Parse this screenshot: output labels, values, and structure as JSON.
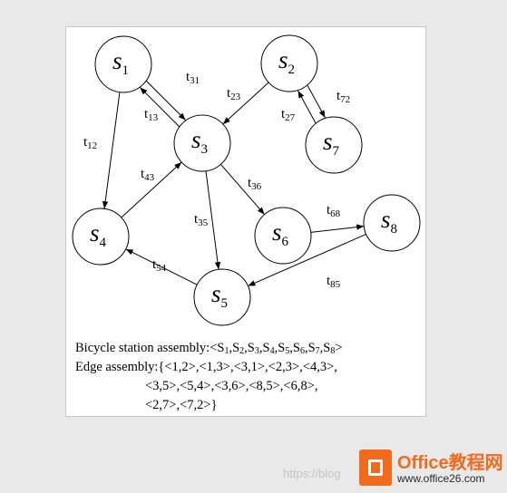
{
  "nodes": [
    {
      "id": "s1",
      "letter": "s",
      "sub": "1"
    },
    {
      "id": "s2",
      "letter": "s",
      "sub": "2"
    },
    {
      "id": "s3",
      "letter": "s",
      "sub": "3"
    },
    {
      "id": "s4",
      "letter": "s",
      "sub": "4"
    },
    {
      "id": "s5",
      "letter": "s",
      "sub": "5"
    },
    {
      "id": "s6",
      "letter": "s",
      "sub": "6"
    },
    {
      "id": "s7",
      "letter": "s",
      "sub": "7"
    },
    {
      "id": "s8",
      "letter": "s",
      "sub": "8"
    }
  ],
  "edges": [
    {
      "from": "s1",
      "to": "s3",
      "label": "t",
      "sub": "13"
    },
    {
      "from": "s3",
      "to": "s1",
      "label": "t",
      "sub": "31"
    },
    {
      "from": "s1",
      "to": "s4",
      "label": "t",
      "sub": "12"
    },
    {
      "from": "s2",
      "to": "s3",
      "label": "t",
      "sub": "23"
    },
    {
      "from": "s2",
      "to": "s7",
      "label": "t",
      "sub": "27"
    },
    {
      "from": "s7",
      "to": "s2",
      "label": "t",
      "sub": "72"
    },
    {
      "from": "s4",
      "to": "s3",
      "label": "t",
      "sub": "43"
    },
    {
      "from": "s3",
      "to": "s6",
      "label": "t",
      "sub": "36"
    },
    {
      "from": "s3",
      "to": "s5",
      "label": "t",
      "sub": "35"
    },
    {
      "from": "s6",
      "to": "s8",
      "label": "t",
      "sub": "68"
    },
    {
      "from": "s5",
      "to": "s4",
      "label": "t",
      "sub": "54"
    },
    {
      "from": "s8",
      "to": "s5",
      "label": "t",
      "sub": "85"
    }
  ],
  "caption": {
    "station_prefix": "Bicycle station assembly:<",
    "station_items": [
      {
        "letter": "S",
        "sub": "1"
      },
      {
        "letter": "S",
        "sub": "2"
      },
      {
        "letter": "S",
        "sub": "3"
      },
      {
        "letter": "S",
        "sub": "4"
      },
      {
        "letter": "S",
        "sub": "5"
      },
      {
        "letter": "S",
        "sub": "6"
      },
      {
        "letter": "S",
        "sub": "7"
      },
      {
        "letter": "S",
        "sub": "8"
      }
    ],
    "station_suffix": ">",
    "edge_line1": "Edge assembly:{<1,2>,<1,3>,<3,1>,<2,3>,<4,3>,",
    "edge_line2": "<3,5>,<5,4>,<3,6>,<8,5>,<6,8>,",
    "edge_line3": "<2,7>,<7,2>}"
  },
  "watermark": {
    "url_text": "https://blog",
    "brand_text": "Office教程网",
    "brand_url": "www.office26.com"
  },
  "colors": {
    "brand": "#f26a1b",
    "stroke": "#000000",
    "panel_bg": "#ffffff",
    "page_bg": "#e9e9e9"
  }
}
